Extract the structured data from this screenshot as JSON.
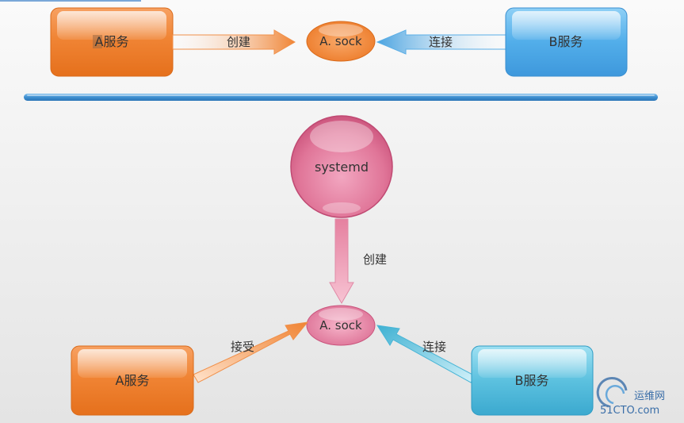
{
  "top": {
    "service_a": "A服务",
    "socket": "A. sock",
    "service_b": "B服务",
    "create_label": "创建",
    "connect_label": "连接"
  },
  "bottom": {
    "systemd": "systemd",
    "create_label": "创建",
    "socket": "A. sock",
    "accept_label": "接受",
    "connect_label": "连接",
    "service_a": "A服务",
    "service_b": "B服务"
  },
  "watermark": {
    "line1": "运维网",
    "line2": "51CTO.com"
  },
  "colors": {
    "orange": "#ef7f2e",
    "blue": "#4aa3e0",
    "pink": "#df6f93",
    "teal": "#3fb1d2",
    "divider": "#3f8fd0"
  }
}
